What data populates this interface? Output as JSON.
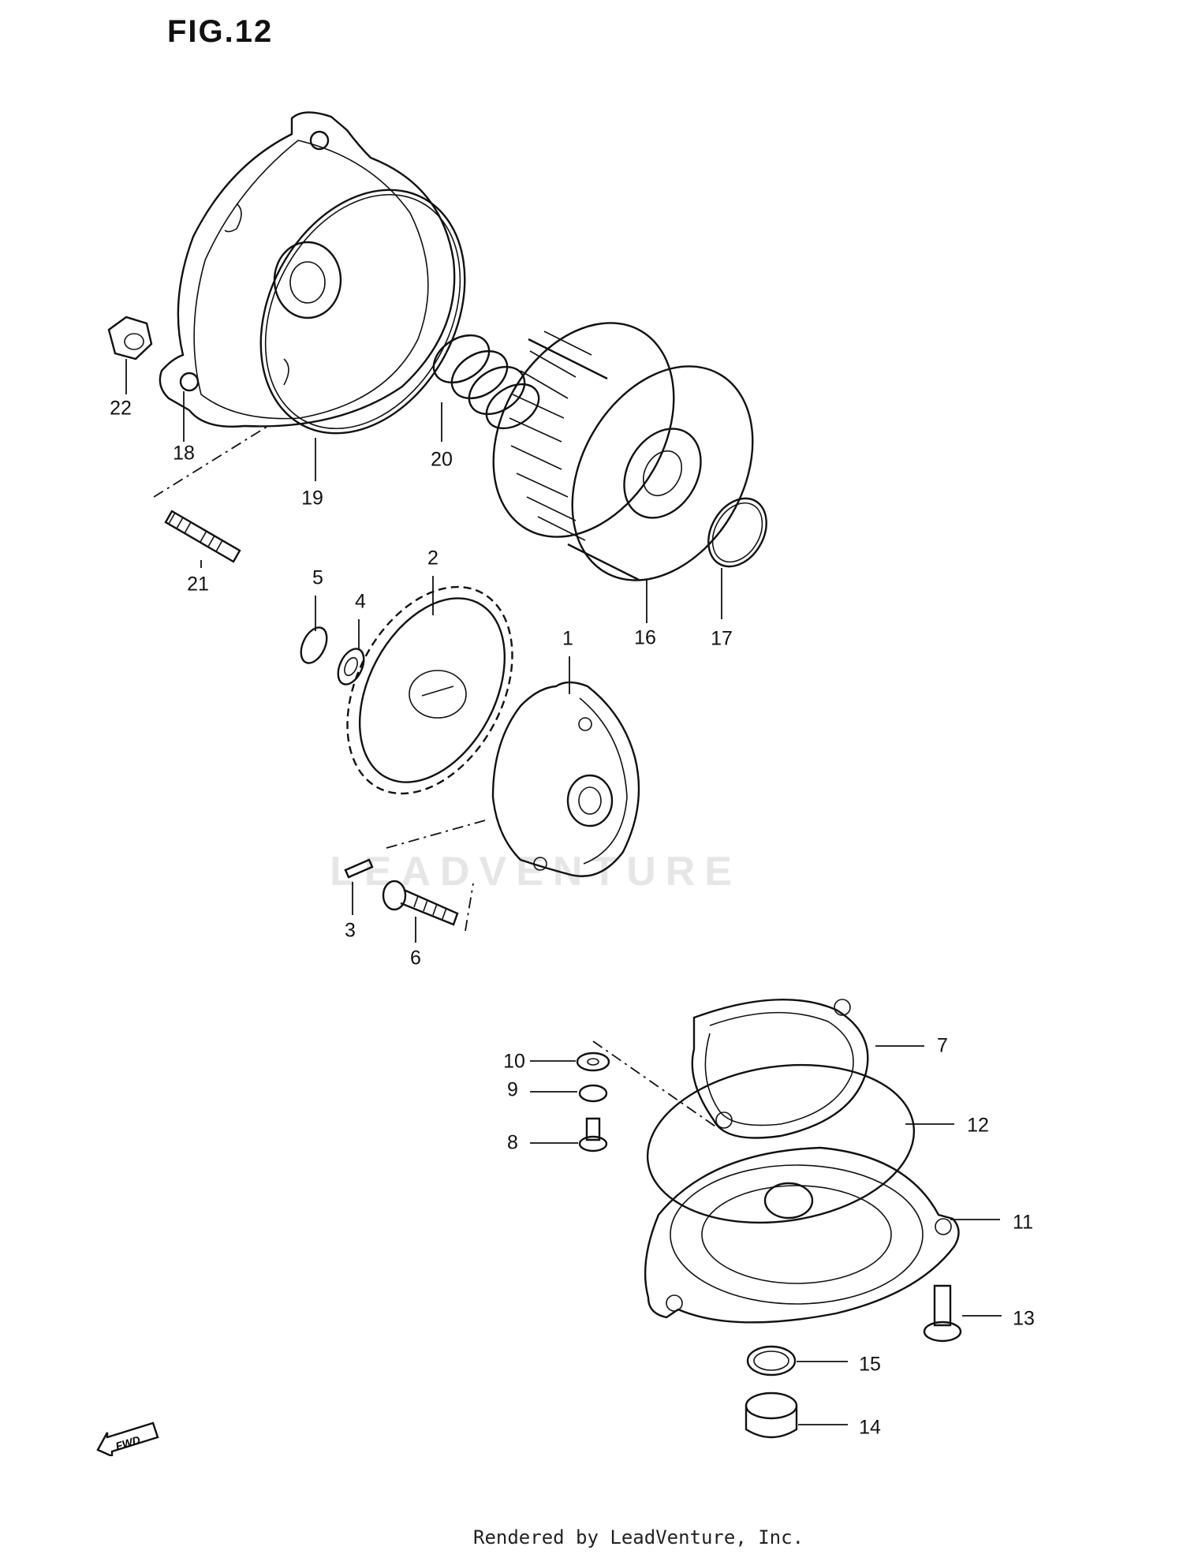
{
  "figure": {
    "title": "FIG.12"
  },
  "watermark": "LEADVENTURE",
  "footer": "Rendered by LeadVenture, Inc.",
  "fwd_arrow": {
    "label": "FWD",
    "icon": "fwd-arrow-icon"
  },
  "callouts": {
    "c1": "1",
    "c2": "2",
    "c3": "3",
    "c4": "4",
    "c5": "5",
    "c6": "6",
    "c7": "7",
    "c8": "8",
    "c9": "9",
    "c10": "10",
    "c11": "11",
    "c12": "12",
    "c13": "13",
    "c14": "14",
    "c15": "15",
    "c16": "16",
    "c17": "17",
    "c18": "18",
    "c19": "19",
    "c20": "20",
    "c21": "21",
    "c22": "22"
  }
}
